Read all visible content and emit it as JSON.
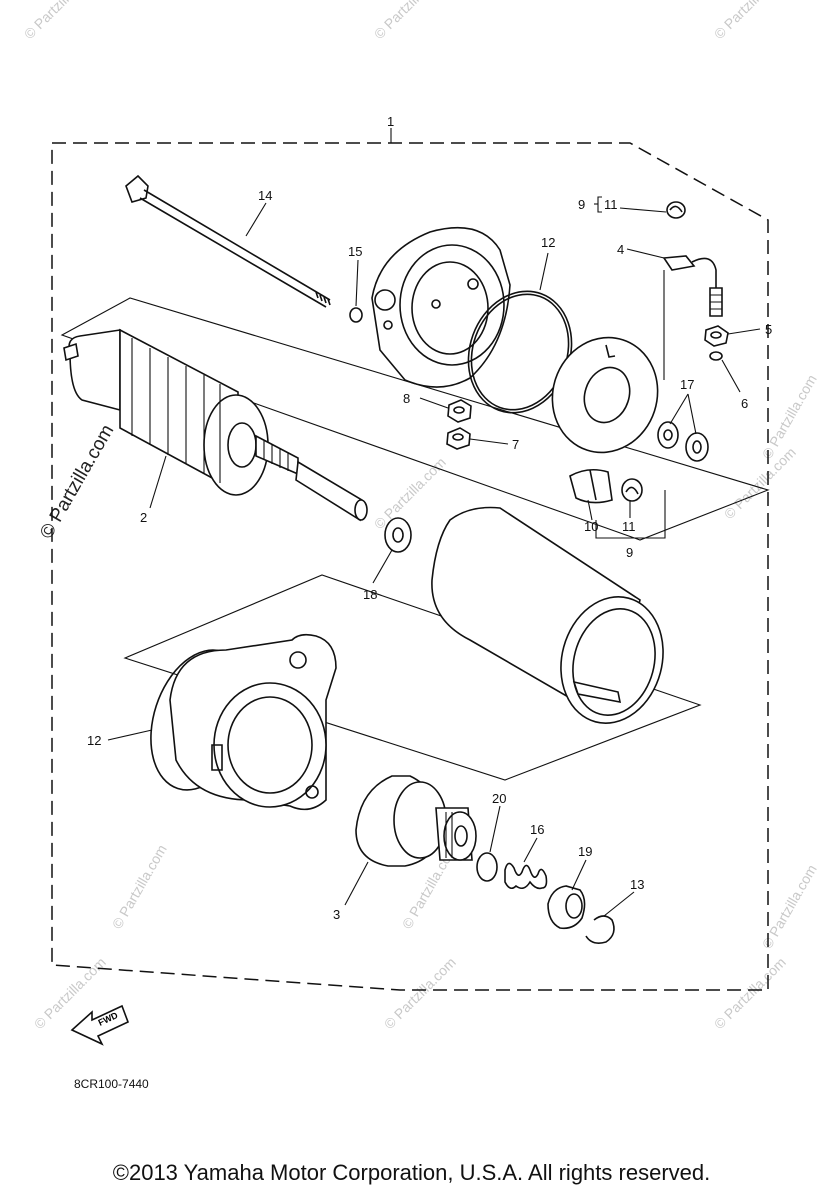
{
  "diagram": {
    "callouts": {
      "c1": "1",
      "c2": "2",
      "c3": "3",
      "c4": "4",
      "c5": "5",
      "c6": "6",
      "c7": "7",
      "c8": "8",
      "c9a": "9",
      "c9b": "9",
      "c10": "10",
      "c11a": "11",
      "c11b": "11",
      "c12a": "12",
      "c12b": "12",
      "c13": "13",
      "c14": "14",
      "c15": "15",
      "c16": "16",
      "c17": "17",
      "c18": "18",
      "c19": "19",
      "c20": "20"
    },
    "fwd_label": "FWD",
    "drawing_code": "8CR100-7440",
    "watermark": "© Partzilla.com",
    "watermark_small": "© Partzilla.com"
  },
  "footer": {
    "copyright": "©2013 Yamaha Motor Corporation, U.S.A. All rights reserved."
  }
}
